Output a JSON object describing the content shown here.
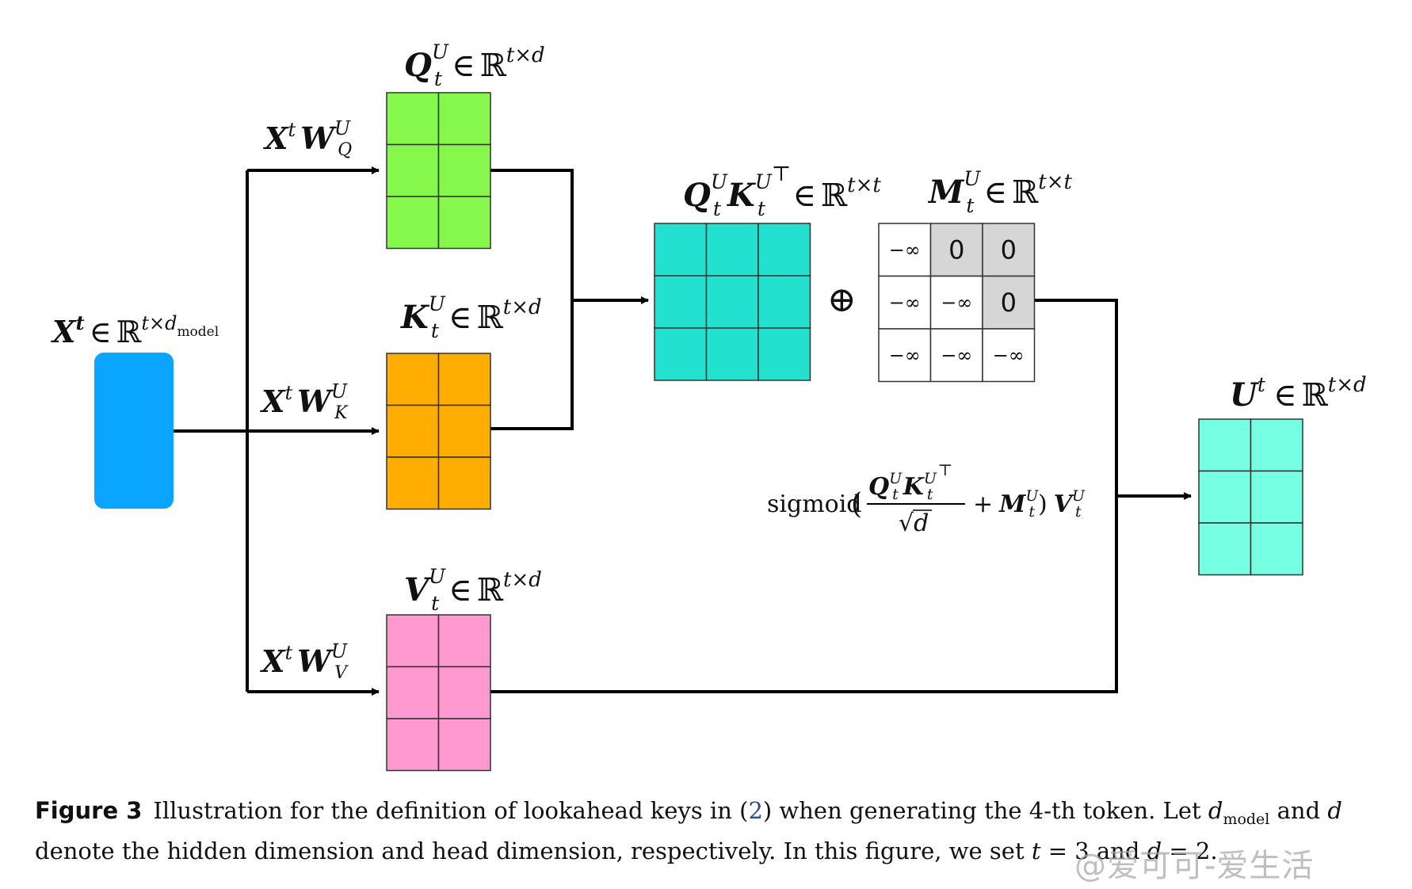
{
  "colors": {
    "input": "#0aa5ff",
    "query": "#86f84c",
    "key": "#ffad00",
    "value": "#ff99cf",
    "scores": "#22e2cf",
    "output": "#77ffe3",
    "mask_zero_fill": "#d6d6d6",
    "line": "#000000"
  },
  "labels": {
    "input": {
      "sym": "X",
      "sup": "t",
      "in": "∈",
      "R": "ℝ",
      "dim": "t×d",
      "dim_sub": "model"
    },
    "proj_q": {
      "sym1": "X",
      "sup1": "t",
      "sym2": "W",
      "sup2": "U",
      "sub2": "Q"
    },
    "proj_k": {
      "sym1": "X",
      "sup1": "t",
      "sym2": "W",
      "sup2": "U",
      "sub2": "K"
    },
    "proj_v": {
      "sym1": "X",
      "sup1": "t",
      "sym2": "W",
      "sup2": "U",
      "sub2": "V"
    },
    "query": {
      "sym": "Q",
      "sup": "U",
      "sub": "t",
      "in": "∈",
      "R": "ℝ",
      "dim": "t×d"
    },
    "key": {
      "sym": "K",
      "sup": "U",
      "sub": "t",
      "in": "∈",
      "R": "ℝ",
      "dim": "t×d"
    },
    "value": {
      "sym": "V",
      "sup": "U",
      "sub": "t",
      "in": "∈",
      "R": "ℝ",
      "dim": "t×d"
    },
    "scores": {
      "sym1": "Q",
      "sym2": "K",
      "sup": "U",
      "sub": "t",
      "transpose": "⊤",
      "in": "∈",
      "R": "ℝ",
      "dim": "t×t"
    },
    "mask": {
      "sym": "M",
      "sup": "U",
      "sub": "t",
      "in": "∈",
      "R": "ℝ",
      "dim": "t×t"
    },
    "output": {
      "sym": "U",
      "sup": "t",
      "in": "∈",
      "R": "ℝ",
      "dim": "t×d"
    },
    "oplus": "⊕",
    "formula": {
      "fn": "sigmoid",
      "open": "(",
      "close": ")",
      "plus": "+",
      "sqrt": "√",
      "d": "d",
      "Q": "Q",
      "K": "K",
      "M": "M",
      "V": "V",
      "sup": "U",
      "sub": "t",
      "transpose": "⊤"
    }
  },
  "mask_matrix": [
    [
      "−∞",
      "0",
      "0"
    ],
    [
      "−∞",
      "−∞",
      "0"
    ],
    [
      "−∞",
      "−∞",
      "−∞"
    ]
  ],
  "caption": {
    "figure_label": "Figure 3",
    "part1": "Illustration for the definition of lookahead keys in (",
    "ref": "2",
    "part2": ") when generating the 4-th token. Let ",
    "dmodel_d": "d",
    "dmodel_sub": "model",
    "part3": " and ",
    "d": "d",
    "line2_part1": "denote the hidden dimension and head dimension, respectively. In this figure, we set ",
    "t": "t",
    "eq1": " = 3 and ",
    "d2": "d",
    "eq2": " = 2."
  },
  "watermark": "@爱可可-爱生活"
}
